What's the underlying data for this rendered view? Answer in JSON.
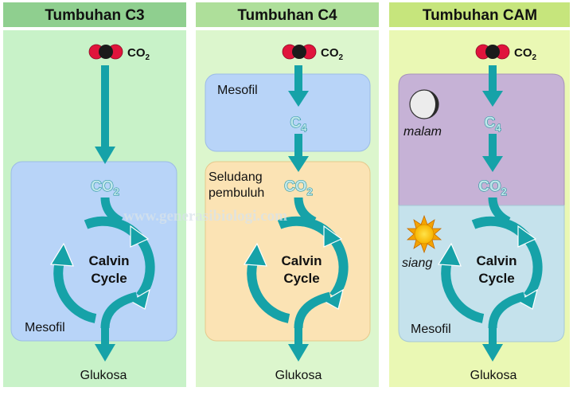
{
  "watermark": "www.generasibiologi.com",
  "panels": [
    {
      "title": "Tumbuhan C3",
      "colors": {
        "header": "#8fcf8f",
        "body": "#c8f2c8"
      },
      "co2_input": {
        "text": "CO",
        "sub": "2"
      },
      "co2_cell": {
        "text": "CO",
        "sub": "2"
      },
      "cycle": {
        "line1": "Calvin",
        "line2": "Cycle"
      },
      "mesophyll_label": "Mesofil",
      "output": "Glukosa"
    },
    {
      "title": "Tumbuhan C4",
      "colors": {
        "header": "#aedf9a",
        "body": "#dcf6cd"
      },
      "co2_input": {
        "text": "CO",
        "sub": "2"
      },
      "mesophyll_label": "Mesofil",
      "c4_label": {
        "text": "C",
        "sub": "4"
      },
      "sheath_label": [
        "Seludang",
        "pembuluh"
      ],
      "co2_cell": {
        "text": "CO",
        "sub": "2"
      },
      "cycle": {
        "line1": "Calvin",
        "line2": "Cycle"
      },
      "output": "Glukosa"
    },
    {
      "title": "Tumbuhan CAM",
      "colors": {
        "header": "#c6e57c",
        "body": "#eaf8b4"
      },
      "co2_input": {
        "text": "CO",
        "sub": "2"
      },
      "night_label": "malam",
      "c4_label": {
        "text": "C",
        "sub": "4"
      },
      "co2_cell": {
        "text": "CO",
        "sub": "2"
      },
      "day_label": "siang",
      "cycle": {
        "line1": "Calvin",
        "line2": "Cycle"
      },
      "mesophyll_label": "Mesofil",
      "output": "Glukosa"
    }
  ],
  "colors": {
    "arrow": "#16a2a8",
    "c3_cell": "#b8d4f8",
    "c4_mesophyll": "#b8d4f8",
    "c4_sheath": "#fbe3b4",
    "cam_night": "#c6b2d6",
    "cam_day": "#c5e2ec",
    "molecule_red": "#e0143c",
    "molecule_dark": "#1b1b1b"
  },
  "icons": [
    "moon-icon",
    "sun-icon",
    "co2-molecule-icon"
  ]
}
